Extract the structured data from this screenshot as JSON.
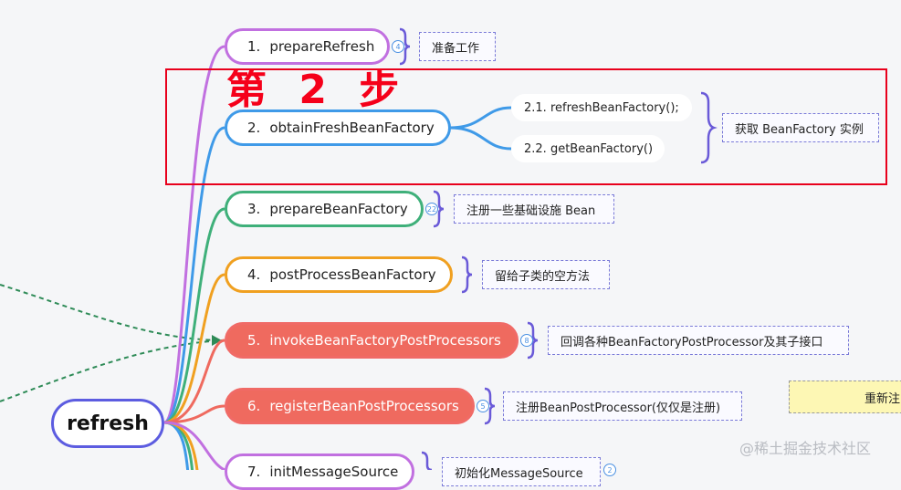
{
  "root": {
    "label": "refresh"
  },
  "annotation": {
    "text": "第 2 步"
  },
  "steps": [
    {
      "num": "1.",
      "label": "prepareRefresh",
      "badge": "4",
      "note": "准备工作",
      "color": "#c170e0",
      "filled": false
    },
    {
      "num": "2.",
      "label": "obtainFreshBeanFactory",
      "badge": "",
      "note": "获取 BeanFactory 实例",
      "color": "#3f9ae8",
      "filled": false
    },
    {
      "num": "3.",
      "label": "prepareBeanFactory",
      "badge": "22",
      "note": "注册一些基础设施 Bean",
      "color": "#3fb07a",
      "filled": false
    },
    {
      "num": "4.",
      "label": "postProcessBeanFactory",
      "badge": "",
      "note": "留给子类的空方法",
      "color": "#f0a020",
      "filled": false
    },
    {
      "num": "5.",
      "label": "invokeBeanFactoryPostProcessors",
      "badge": "8",
      "note": "回调各种BeanFactoryPostProcessor及其子接口",
      "color": "#ef6a5f",
      "filled": true
    },
    {
      "num": "6.",
      "label": "registerBeanPostProcessors",
      "badge": "5",
      "note": "注册BeanPostProcessor(仅仅是注册)",
      "color": "#ef6a5f",
      "filled": true
    },
    {
      "num": "7.",
      "label": "initMessageSource",
      "badge": "2",
      "note": "初始化MessageSource",
      "color": "#c170e0",
      "filled": false
    }
  ],
  "substeps": [
    {
      "label": "2.1. refreshBeanFactory();"
    },
    {
      "label": "2.2. getBeanFactory()"
    }
  ],
  "side_note": {
    "text": "重新注"
  },
  "watermark": {
    "text": "@稀土掘金技术社区"
  }
}
